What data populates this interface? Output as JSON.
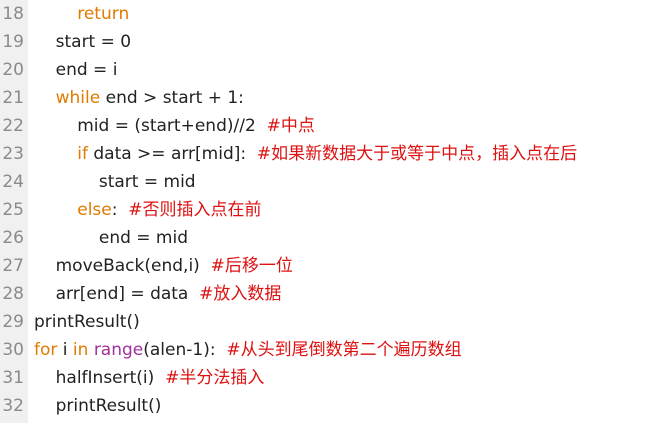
{
  "colors": {
    "keyword": "#e07a00",
    "builtin": "#a0309c",
    "comment": "#dd1111",
    "text": "#222222",
    "line_number": "#8a8a8a",
    "gutter_bg": "#f0f0f0"
  },
  "code_lines": [
    {
      "number": "18",
      "indent": "        ",
      "tokens": [
        {
          "t": "kw",
          "v": "return"
        }
      ]
    },
    {
      "number": "19",
      "indent": "    ",
      "tokens": [
        {
          "t": "pl",
          "v": "start = 0"
        }
      ]
    },
    {
      "number": "20",
      "indent": "    ",
      "tokens": [
        {
          "t": "pl",
          "v": "end = i"
        }
      ]
    },
    {
      "number": "21",
      "indent": "    ",
      "tokens": [
        {
          "t": "kw",
          "v": "while"
        },
        {
          "t": "pl",
          "v": " end > start + 1:"
        }
      ]
    },
    {
      "number": "22",
      "indent": "        ",
      "tokens": [
        {
          "t": "pl",
          "v": "mid = (start+end)//2  "
        },
        {
          "t": "cm",
          "v": "#中点"
        }
      ]
    },
    {
      "number": "23",
      "indent": "        ",
      "tokens": [
        {
          "t": "kw",
          "v": "if"
        },
        {
          "t": "pl",
          "v": " data >= arr[mid]:  "
        },
        {
          "t": "cm",
          "v": "#如果新数据大于或等于中点，插入点在后"
        }
      ]
    },
    {
      "number": "24",
      "indent": "            ",
      "tokens": [
        {
          "t": "pl",
          "v": "start = mid"
        }
      ]
    },
    {
      "number": "25",
      "indent": "        ",
      "tokens": [
        {
          "t": "kw",
          "v": "else"
        },
        {
          "t": "pl",
          "v": ":  "
        },
        {
          "t": "cm",
          "v": "#否则插入点在前"
        }
      ]
    },
    {
      "number": "26",
      "indent": "            ",
      "tokens": [
        {
          "t": "pl",
          "v": "end = mid"
        }
      ]
    },
    {
      "number": "27",
      "indent": "    ",
      "tokens": [
        {
          "t": "pl",
          "v": "moveBack(end,i)  "
        },
        {
          "t": "cm",
          "v": "#后移一位"
        }
      ]
    },
    {
      "number": "28",
      "indent": "    ",
      "tokens": [
        {
          "t": "pl",
          "v": "arr[end] = data  "
        },
        {
          "t": "cm",
          "v": "#放入数据"
        }
      ]
    },
    {
      "number": "29",
      "indent": "",
      "tokens": [
        {
          "t": "pl",
          "v": "printResult()"
        }
      ]
    },
    {
      "number": "30",
      "indent": "",
      "tokens": [
        {
          "t": "kw",
          "v": "for"
        },
        {
          "t": "pl",
          "v": " i "
        },
        {
          "t": "kw",
          "v": "in"
        },
        {
          "t": "pl",
          "v": " "
        },
        {
          "t": "bi",
          "v": "range"
        },
        {
          "t": "pl",
          "v": "(alen-1):  "
        },
        {
          "t": "cm",
          "v": "#从头到尾倒数第二个遍历数组"
        }
      ]
    },
    {
      "number": "31",
      "indent": "    ",
      "tokens": [
        {
          "t": "pl",
          "v": "halfInsert(i)  "
        },
        {
          "t": "cm",
          "v": "#半分法插入"
        }
      ]
    },
    {
      "number": "32",
      "indent": "    ",
      "tokens": [
        {
          "t": "pl",
          "v": "printResult()"
        }
      ]
    }
  ]
}
